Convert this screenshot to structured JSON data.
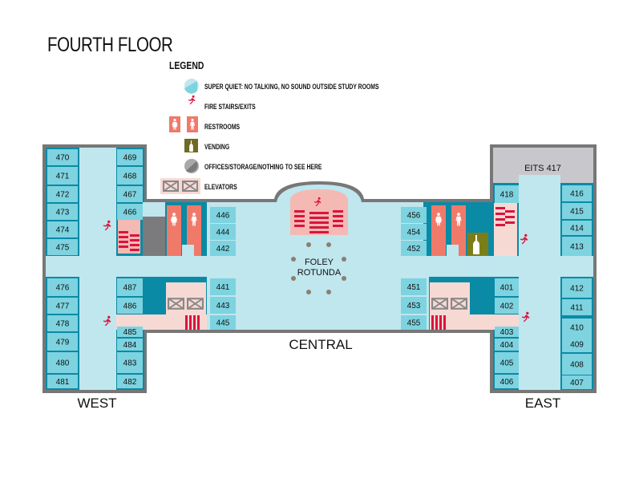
{
  "page": {
    "title": "FOURTH FLOOR"
  },
  "legend": {
    "title": "LEGEND",
    "items": [
      {
        "icon": "quiet-zone-icon",
        "label": "SUPER QUIET: NO TALKING, NO SOUND OUTSIDE STUDY ROOMS"
      },
      {
        "icon": "fire-exit-icon",
        "label": "FIRE STAIRS/EXITS"
      },
      {
        "icon": "restroom-icon",
        "label": "RESTROOMS"
      },
      {
        "icon": "vending-icon",
        "label": "VENDING"
      },
      {
        "icon": "offices-icon",
        "label": "OFFICES/STORAGE/NOTHING TO SEE HERE"
      },
      {
        "icon": "elevator-icon",
        "label": "ELEVATORS"
      }
    ]
  },
  "colors": {
    "quiet": "#c0e6ee",
    "room": "#7dd3e0",
    "teal": "#0a8aa5",
    "wall": "#777777",
    "restroom": "#f07a6a",
    "stairs_bg": "#f4b9b3",
    "elevator_bg": "#f7d9d4",
    "stair_lines": "#d9143f",
    "vending": "#7d7d18",
    "office": "#c8c8cc",
    "dark_office": "#7b7b7d",
    "column": "#8a8070"
  },
  "zones": {
    "west": "WEST",
    "central": "CENTRAL",
    "east": "EAST",
    "rotunda_line1": "FOLEY",
    "rotunda_line2": "ROTUNDA",
    "eits": "EITS 417"
  },
  "rooms": {
    "west_left": [
      "470",
      "471",
      "472",
      "473",
      "474",
      "475",
      "476",
      "477",
      "478",
      "479",
      "480",
      "481"
    ],
    "west_right_top": [
      "469",
      "468",
      "467",
      "466"
    ],
    "west_right_bottom": [
      "487",
      "486",
      "485",
      "484",
      "483",
      "482"
    ],
    "central_left_top": [
      "446",
      "444",
      "442"
    ],
    "central_left_bottom": [
      "441",
      "443",
      "445"
    ],
    "central_right_top": [
      "456",
      "454",
      "452"
    ],
    "central_right_bottom": [
      "451",
      "453",
      "455"
    ],
    "east_left_top": [
      "418"
    ],
    "east_left_bottom": [
      "401",
      "402",
      "403",
      "404",
      "405",
      "406"
    ],
    "east_right_top": [
      "416",
      "415",
      "414",
      "413"
    ],
    "east_right_bottom": [
      "412",
      "411",
      "410",
      "409",
      "408",
      "407"
    ]
  }
}
